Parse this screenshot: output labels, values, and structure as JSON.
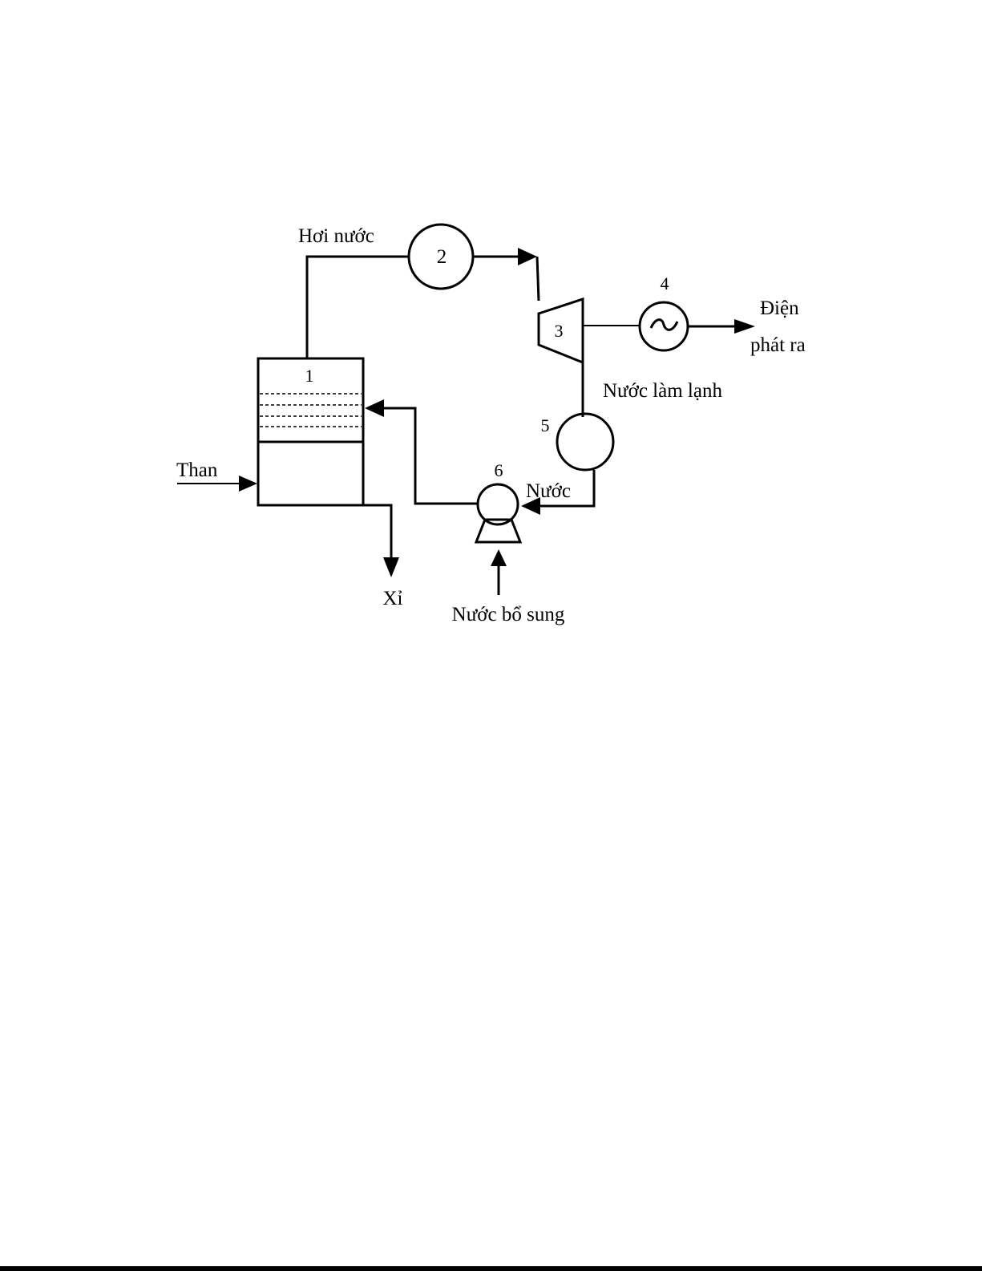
{
  "diagram": {
    "labels": {
      "steam": "Hơi nước",
      "coal": "Than",
      "slag": "Xỉ",
      "electricity_line1": "Điện",
      "electricity_line2": "phát ra",
      "cooling_water": "Nước làm lạnh",
      "water": "Nước",
      "makeup_water": "Nước bổ sung"
    },
    "components": [
      {
        "id": "boiler",
        "number": "1"
      },
      {
        "id": "superheater",
        "number": "2"
      },
      {
        "id": "turbine",
        "number": "3"
      },
      {
        "id": "generator",
        "number": "4"
      },
      {
        "id": "condenser",
        "number": "5"
      },
      {
        "id": "pump",
        "number": "6"
      }
    ],
    "generator_symbol": "~"
  }
}
